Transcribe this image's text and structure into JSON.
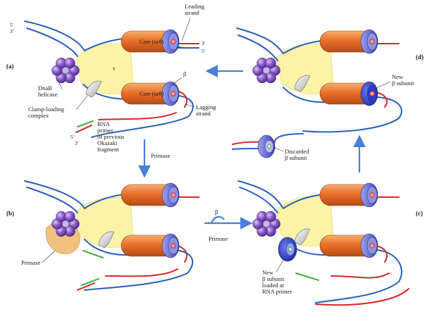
{
  "panel_a": {
    "letter": "(a)",
    "leading_strand": "Leading\nstrand",
    "core_top": "Core (αεθ)",
    "core_bottom": "Core (αεθ)",
    "prime_top_left_5": "5′",
    "prime_top_left_3": "3′",
    "prime_right_3": "3′",
    "prime_right_5": "5′",
    "tau": "τ",
    "beta": "β",
    "dnab": "DnaB\nhelicase",
    "clamp_loading": "Clamp-loading\ncomplex",
    "lagging_strand": "Lagging\nstrand",
    "rna_primer": "RNA\nprimer\nof previous\nOkazaki\nfragment",
    "prime_bottom_5": "5′",
    "prime_bottom_3": "3′"
  },
  "panel_b": {
    "letter": "(b)",
    "primase": "Primase"
  },
  "panel_c": {
    "letter": "(c)",
    "new_beta_loaded": "New\nβ subunit\nloaded at\nRNA primer"
  },
  "panel_d": {
    "letter": "(d)",
    "new_beta": "New\nβ subunit",
    "discarded_beta": "Discarded\nβ subunit"
  },
  "arrows": {
    "a_to_b": "Primase",
    "b_to_c_top": "β",
    "b_to_c_bottom": "Primase"
  },
  "colors": {
    "strand_blue": "#2a5fbf",
    "strand_red": "#d8262a",
    "primer_green": "#3fae3a",
    "core_orange": "#e8702a",
    "clamp_blue": "#6b72d6",
    "helicase_purple": "#8a5cc9",
    "tau_yellow": "#fbf3a6",
    "primase_tan": "#f1c27d",
    "arrow_blue": "#4a7fd6"
  }
}
